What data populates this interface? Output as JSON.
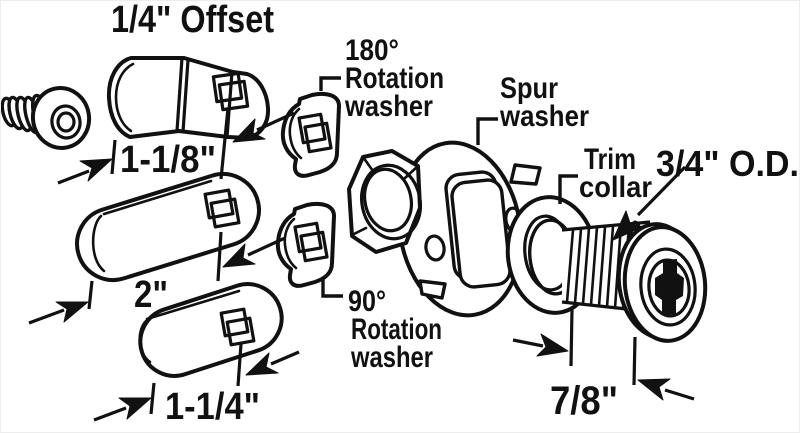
{
  "title": "1/4\" Offset",
  "labels": {
    "washer180": [
      "180°",
      "Rotation",
      "washer"
    ],
    "spur": [
      "Spur",
      "washer"
    ],
    "trim": [
      "Trim",
      "collar"
    ],
    "od": "3/4\" O.D.",
    "washer90": [
      "90°",
      "Rotation",
      "washer"
    ]
  },
  "dimensions": {
    "offset_cam_length": "1-1/8\"",
    "cam2_length": "2\"",
    "cam114_length": "1-1/4\"",
    "cylinder_length": "7/8\""
  },
  "colors": {
    "line": "#111111",
    "background": "#ffffff"
  }
}
